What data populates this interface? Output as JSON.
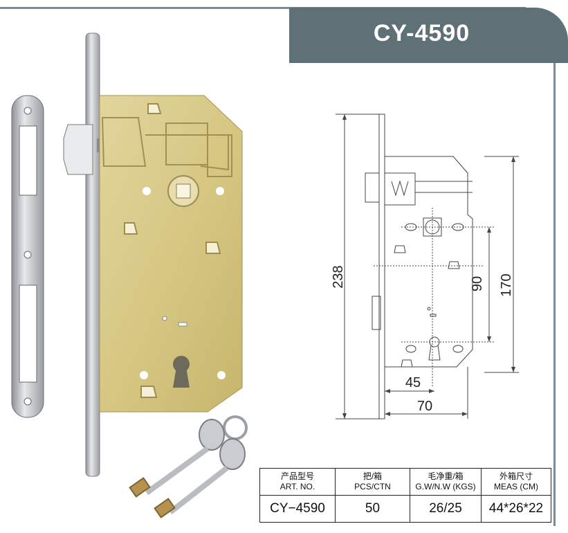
{
  "banner": {
    "title": "CY-4590"
  },
  "dimensions": {
    "overall_height": "238",
    "upper": "170",
    "lower": "90",
    "backset": "45",
    "case_width": "70"
  },
  "spec_table": {
    "headers": [
      {
        "cn": "产品型号",
        "en": "ART. NO."
      },
      {
        "cn": "把/箱",
        "en": "PCS/CTN"
      },
      {
        "cn": "毛净重/箱",
        "en": "G.W/N.W (KGS)"
      },
      {
        "cn": "外箱尺寸",
        "en": "MEAS (CM)"
      }
    ],
    "row": [
      "CY−4590",
      "50",
      "26/25",
      "44*26*22"
    ]
  },
  "colors": {
    "banner": "#5f7176",
    "frame": "#7d8a8f",
    "lock_body": "#d8c98a",
    "faceplate": "#b9bcc0"
  }
}
